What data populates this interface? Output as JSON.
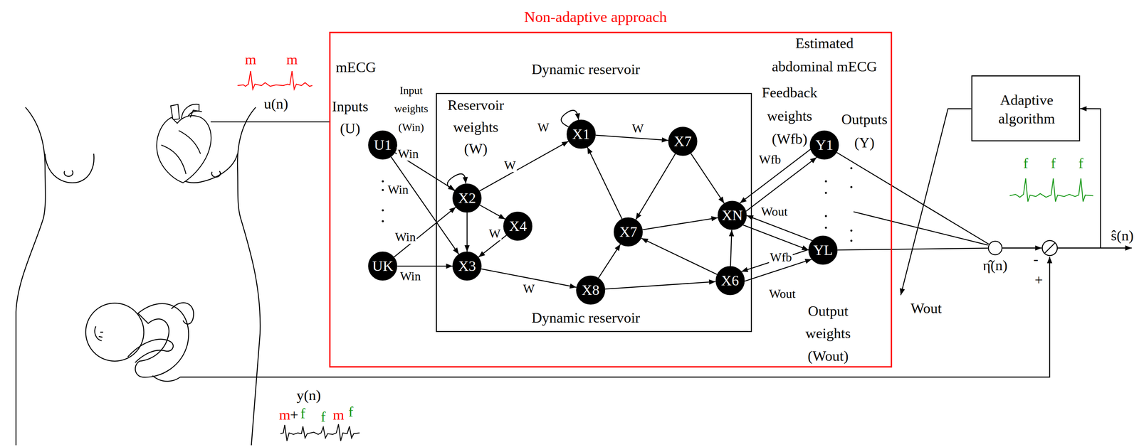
{
  "diagram": {
    "nodes": [
      {
        "text": [
          "Non-adaptive approach"
        ]
      },
      {
        "text": [
          "Dynamic reservoir",
          "Dynamic reservoir"
        ],
        "in": 0
      },
      {
        "text": [
          "U1"
        ],
        "in": 0
      },
      {
        "text": [
          "UK"
        ],
        "in": 0
      },
      {
        "text": [
          "X2"
        ],
        "in": 1
      },
      {
        "text": [
          "X3"
        ],
        "in": 1
      },
      {
        "text": [
          "X4"
        ],
        "in": 1
      },
      {
        "text": [
          "X1"
        ],
        "in": 1
      },
      {
        "text": [
          "X7"
        ],
        "in": 1
      },
      {
        "text": [
          "X7"
        ],
        "in": 1
      },
      {
        "text": [
          "X8"
        ],
        "in": 1
      },
      {
        "text": [
          "XN"
        ],
        "in": 1
      },
      {
        "text": [
          "X6"
        ],
        "in": 1
      },
      {
        "text": [
          "Y1"
        ],
        "in": 0
      },
      {
        "text": [
          "YL"
        ],
        "in": 0
      },
      {
        "text": [
          "Adaptive algorithm"
        ]
      },
      {
        "text": [
          "η̂(n)"
        ]
      },
      {
        "text": [
          "-",
          "+"
        ]
      }
    ],
    "edges": [
      {
        "from": 2,
        "to": 4,
        "arrow": "to",
        "label": "Win"
      },
      {
        "from": 2,
        "to": 5,
        "arrow": "to"
      },
      {
        "from": 3,
        "to": 4,
        "arrow": "to",
        "label": "Win"
      },
      {
        "from": 3,
        "to": 5,
        "arrow": "to",
        "label": "Win"
      },
      {
        "from": 4,
        "to": 4,
        "arrow": "to"
      },
      {
        "from": 4,
        "to": 7,
        "arrow": "to",
        "label": "W"
      },
      {
        "from": 4,
        "to": 6,
        "arrow": "to"
      },
      {
        "from": 4,
        "to": 5,
        "arrow": "to"
      },
      {
        "from": 6,
        "to": 5,
        "arrow": "to",
        "label": "W"
      },
      {
        "from": 7,
        "to": 7,
        "arrow": "to",
        "label": "W"
      },
      {
        "from": 7,
        "to": 8,
        "arrow": "to",
        "label": "W"
      },
      {
        "from": 8,
        "to": 9,
        "arrow": "to"
      },
      {
        "from": 8,
        "to": 11,
        "arrow": "to"
      },
      {
        "from": 9,
        "to": 7,
        "arrow": "to"
      },
      {
        "from": 9,
        "to": 11,
        "arrow": "to"
      },
      {
        "from": 5,
        "to": 10,
        "arrow": "to",
        "label": "W"
      },
      {
        "from": 10,
        "to": 9,
        "arrow": "to"
      },
      {
        "from": 10,
        "to": 12,
        "arrow": "to"
      },
      {
        "from": 12,
        "to": 9,
        "arrow": "to"
      },
      {
        "from": 12,
        "to": 11,
        "arrow": "to"
      },
      {
        "from": 13,
        "to": 11,
        "arrow": "to",
        "label": "Wfb"
      },
      {
        "from": 11,
        "to": 13,
        "arrow": "to",
        "label": "Wout"
      },
      {
        "from": 11,
        "to": 14,
        "arrow": "to"
      },
      {
        "from": 14,
        "to": 11,
        "arrow": "to"
      },
      {
        "from": 14,
        "to": 12,
        "arrow": "to",
        "label": "Wfb"
      },
      {
        "from": 12,
        "to": 14,
        "arrow": "to",
        "label": "Wout"
      },
      {
        "from": 13,
        "to": 16,
        "arrow": "none"
      },
      {
        "from": 14,
        "to": 16,
        "arrow": "none"
      },
      {
        "from": 16,
        "to": 17,
        "arrow": "to"
      },
      {
        "from": 17,
        "to": 15,
        "arrow": "to"
      }
    ],
    "labels": [
      "mECG",
      "Estimated abdominal mECG",
      "Inputs (U)",
      "Input weights (Win)",
      "Reservoir weights (W)",
      "Feedback weights (Wfb)",
      "Outputs (Y)",
      "Output weights (Wout)",
      "Win",
      "m",
      "m",
      "u(n)",
      "y(n)",
      "m",
      "+",
      "f",
      "f",
      "m",
      "f",
      "f",
      "f",
      "f",
      "ŝ(n)",
      "Wout"
    ]
  }
}
